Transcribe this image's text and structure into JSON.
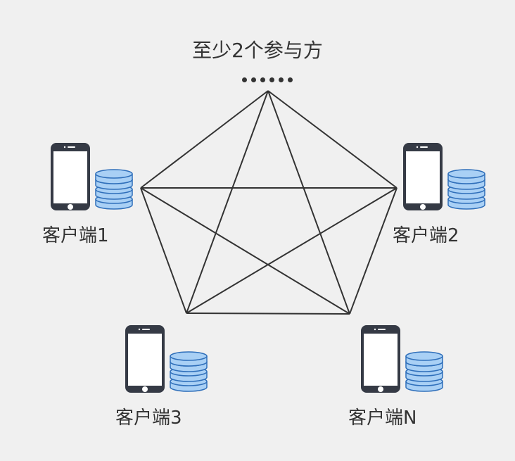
{
  "title": "至少2个参与方",
  "ellipsis_dot_count": 6,
  "colors": {
    "background": "#f0f0f0",
    "line": "#333333",
    "phone_body": "#353a45",
    "phone_screen": "#ffffff",
    "db_fill": "#a9d0f5",
    "db_stroke": "#2f6fba"
  },
  "clients": [
    {
      "id": "client-1",
      "label": "客户端1"
    },
    {
      "id": "client-2",
      "label": "客户端2"
    },
    {
      "id": "client-3",
      "label": "客户端3"
    },
    {
      "id": "client-n",
      "label": "客户端N"
    }
  ],
  "network": {
    "type": "complete-graph",
    "node_count": 5,
    "nodes": [
      "ellipsis-node",
      "client-1",
      "client-2",
      "client-3",
      "client-n"
    ]
  }
}
